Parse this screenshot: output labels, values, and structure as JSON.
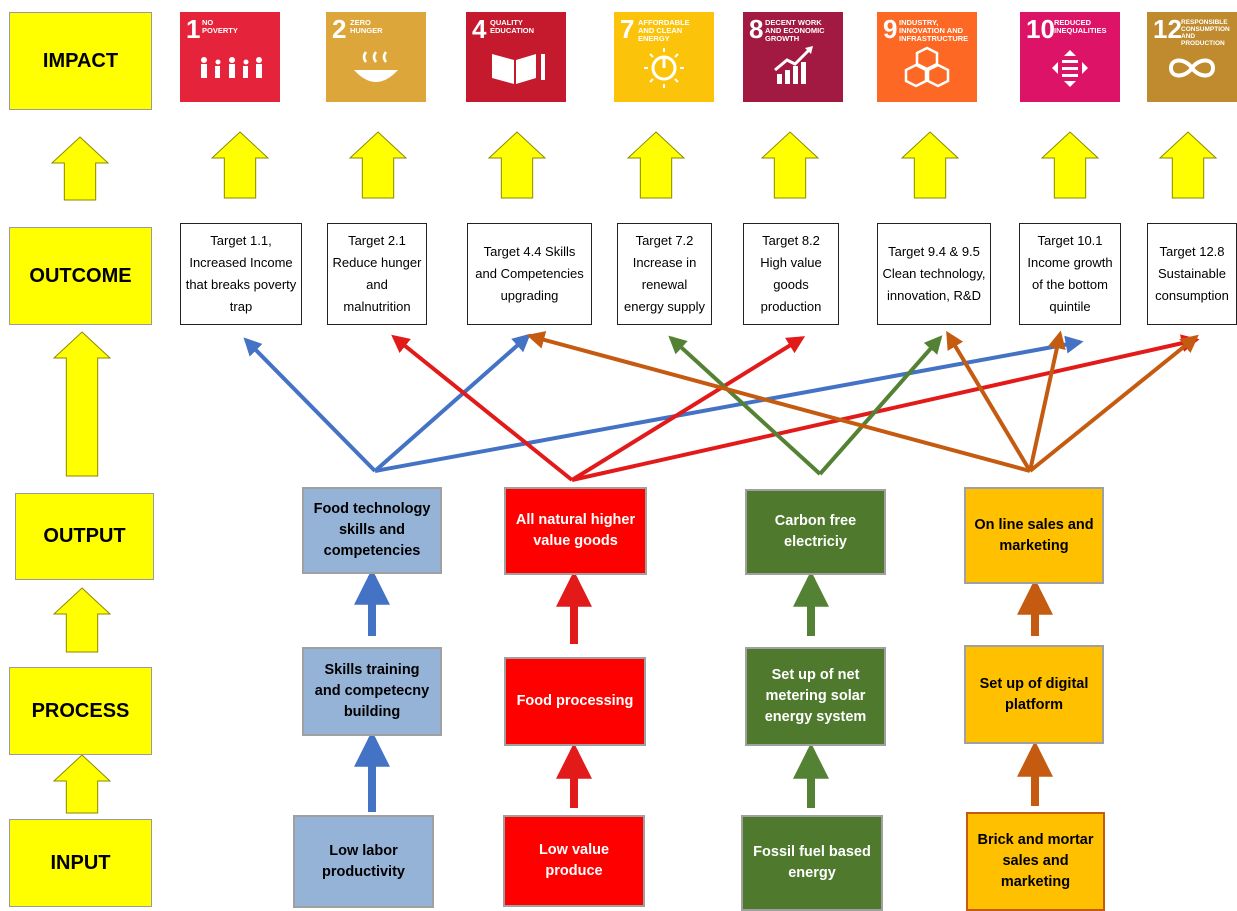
{
  "levels": {
    "impact": "IMPACT",
    "outcome": "OUTCOME",
    "output": "OUTPUT",
    "process": "PROCESS",
    "input": "INPUT"
  },
  "sdgs": [
    {
      "number": "1",
      "title": "NO POVERTY",
      "color": "#e5243b",
      "icon": "people-family-icon"
    },
    {
      "number": "2",
      "title": "ZERO HUNGER",
      "color": "#dda63a",
      "icon": "food-bowl-icon"
    },
    {
      "number": "4",
      "title": "QUALITY EDUCATION",
      "color": "#c5192d",
      "icon": "book-pencil-icon"
    },
    {
      "number": "7",
      "title": "AFFORDABLE AND CLEAN ENERGY",
      "color": "#fcc30b",
      "icon": "sun-power-icon"
    },
    {
      "number": "8",
      "title": "DECENT WORK AND ECONOMIC GROWTH",
      "color": "#a21942",
      "icon": "growth-chart-icon"
    },
    {
      "number": "9",
      "title": "INDUSTRY, INNOVATION AND INFRASTRUCTURE",
      "color": "#fd6925",
      "icon": "cubes-icon"
    },
    {
      "number": "10",
      "title": "REDUCED INEQUALITIES",
      "color": "#dd1367",
      "icon": "equality-icon"
    },
    {
      "number": "12",
      "title": "RESPONSIBLE CONSUMPTION AND PRODUCTION",
      "color": "#bf8b2e",
      "icon": "infinity-icon"
    }
  ],
  "targets": [
    "Target 1.1, Increased Income that breaks poverty trap",
    "Target 2.1 Reduce hunger and malnutrition",
    "Target 4.4 Skills and Competencies upgrading",
    "Target 7.2 Increase in renewal energy supply",
    "Target 8.2 High value goods production",
    "Target 9.4 & 9.5 Clean technology, innovation, R&D",
    "Target 10.1 Income growth of the bottom quintile",
    "Target 12.8 Sustainable consumption"
  ],
  "columns": [
    {
      "color_name": "blue",
      "arrow_color": "#4472c4",
      "output": "Food technology skills and competencies",
      "process": "Skills training and competecny building",
      "input": "Low labor productivity"
    },
    {
      "color_name": "red",
      "arrow_color": "#e31a1a",
      "output": "All natural higher value goods",
      "process": "Food processing",
      "input": "Low value produce"
    },
    {
      "color_name": "green",
      "arrow_color": "#548235",
      "output": "Carbon free electriciy",
      "process": "Set up of net metering solar energy system",
      "input": "Fossil fuel based energy"
    },
    {
      "color_name": "orange",
      "arrow_color": "#c55a11",
      "output": "On line sales and marketing",
      "process": "Set up of digital platform",
      "input": "Brick and mortar sales and marketing"
    }
  ],
  "colors": {
    "level_fill": "#ffff00",
    "up_arrow_fill": "#ffff00"
  }
}
